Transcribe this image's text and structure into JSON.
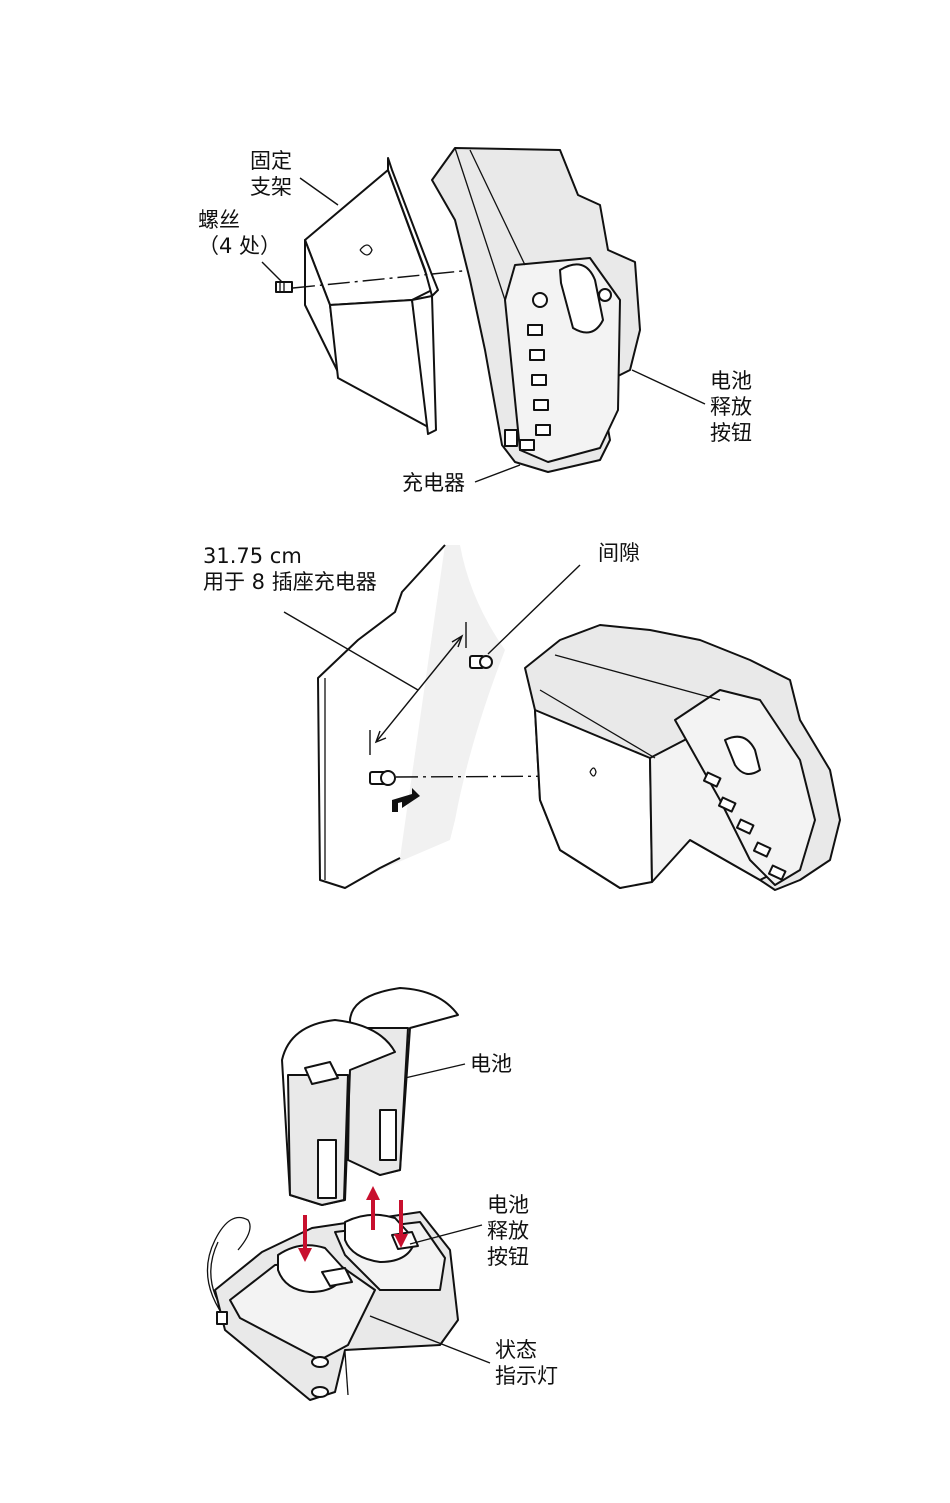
{
  "figure1": {
    "bracket_label": "固定\n支架",
    "screws_label": "螺丝\n（4 处）",
    "battery_release_label": "电池\n释放\n按钮",
    "charger_label": "充电器"
  },
  "figure2": {
    "spacing_label": "31.75 cm\n用于 8 插座充电器",
    "gap_label": "间隙"
  },
  "figure3": {
    "battery_label": "电池",
    "battery_release_label": "电池\n释放\n按钮",
    "status_light_label": "状态\n指示灯"
  },
  "colors": {
    "arrow": "#c8102e",
    "shade": "#e9e9e9"
  }
}
